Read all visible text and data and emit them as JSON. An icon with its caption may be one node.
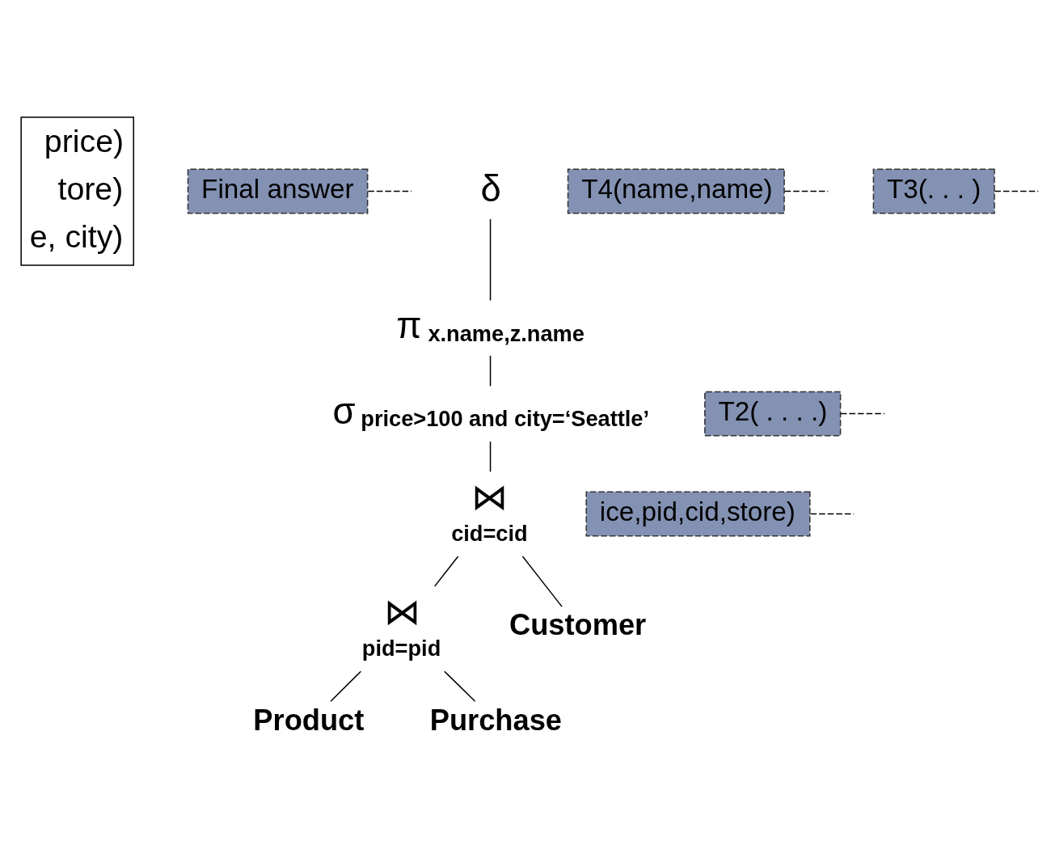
{
  "diagram": {
    "nodes": [
      {
        "text": [
          "price)",
          "tore)",
          "e, city)"
        ]
      },
      {
        "text": [
          "Final answer"
        ]
      },
      {
        "text": [
          "δ"
        ]
      },
      {
        "text": [
          "T4(name,name)"
        ]
      },
      {
        "text": [
          "π"
        ],
        "beside": [
          "x.name,z.name"
        ]
      },
      {
        "text": [
          "T3(. . . )"
        ]
      },
      {
        "text": [
          "T2( . . . .)"
        ]
      },
      {
        "text": [
          "σ"
        ],
        "beside": [
          "price>100 and city=‘Seattle’"
        ]
      },
      {
        "text": [
          "ice,pid,cid,store)"
        ]
      },
      {
        "text": [
          "⋈",
          "cid=cid"
        ]
      },
      {
        "text": [
          "⋈",
          "pid=pid"
        ]
      },
      {
        "text": [
          "Customer"
        ]
      },
      {
        "text": [
          "Product"
        ]
      },
      {
        "text": [
          "Purchase"
        ]
      }
    ],
    "edges": [
      {
        "from": 2,
        "to": 4,
        "arrow": "none"
      },
      {
        "from": 4,
        "to": 7,
        "arrow": "none"
      },
      {
        "from": 7,
        "to": 9,
        "arrow": "none"
      },
      {
        "from": 9,
        "to": 10,
        "arrow": "none"
      },
      {
        "from": 9,
        "to": 11,
        "arrow": "none"
      },
      {
        "from": 10,
        "to": 12,
        "arrow": "none"
      },
      {
        "from": 10,
        "to": 13,
        "arrow": "none"
      },
      {
        "from": 1,
        "to": null,
        "arrow": "none",
        "style": "dashed"
      },
      {
        "from": 3,
        "to": null,
        "arrow": "none",
        "style": "dashed"
      },
      {
        "from": 5,
        "to": null,
        "arrow": "none",
        "style": "dashed"
      },
      {
        "from": 6,
        "to": null,
        "arrow": "none",
        "style": "dashed"
      },
      {
        "from": 8,
        "to": null,
        "arrow": "none",
        "style": "dashed"
      }
    ]
  }
}
